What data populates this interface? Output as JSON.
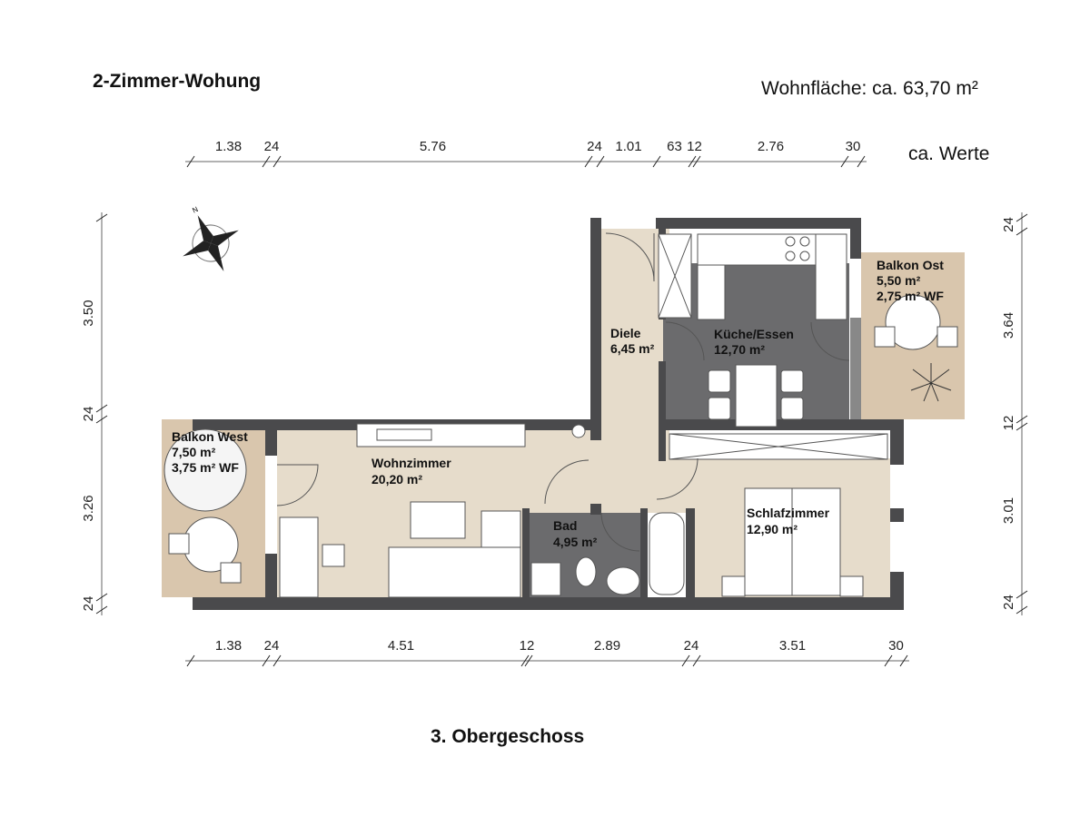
{
  "header": {
    "title": "2-Zimmer-Wohung",
    "area": "Wohnfläche: ca. 63,70 m²",
    "approx_note": "ca. Werte"
  },
  "footer": {
    "floor": "3. Obergeschoss"
  },
  "dimensions": {
    "top": [
      "1.38",
      "24",
      "5.76",
      "24",
      "1.01",
      "63",
      "12",
      "2.76",
      "30"
    ],
    "bottom": [
      "1.38",
      "24",
      "4.51",
      "12",
      "2.89",
      "24",
      "3.51",
      "30"
    ],
    "left": [
      "3.50",
      "24",
      "3.26",
      "24"
    ],
    "right": [
      "24",
      "3.64",
      "12",
      "3.01",
      "24"
    ]
  },
  "rooms": [
    {
      "name": "Diele",
      "area": "6,45 m²"
    },
    {
      "name": "Küche/Essen",
      "area": "12,70 m²"
    },
    {
      "name": "Balkon Ost",
      "area": "5,50 m²",
      "wf": "2,75 m² WF"
    },
    {
      "name": "Balkon West",
      "area": "7,50 m²",
      "wf": "3,75 m² WF"
    },
    {
      "name": "Wohnzimmer",
      "area": "20,20 m²"
    },
    {
      "name": "Bad",
      "area": "4,95 m²"
    },
    {
      "name": "Schlafzimmer",
      "area": "12,90 m²"
    }
  ],
  "compass": {
    "north_label": "N"
  },
  "colors": {
    "wall": "#4a4a4c",
    "wood": "#e6dccb",
    "tile": "#6b6b6d",
    "balcony": "#d9c6ad"
  }
}
